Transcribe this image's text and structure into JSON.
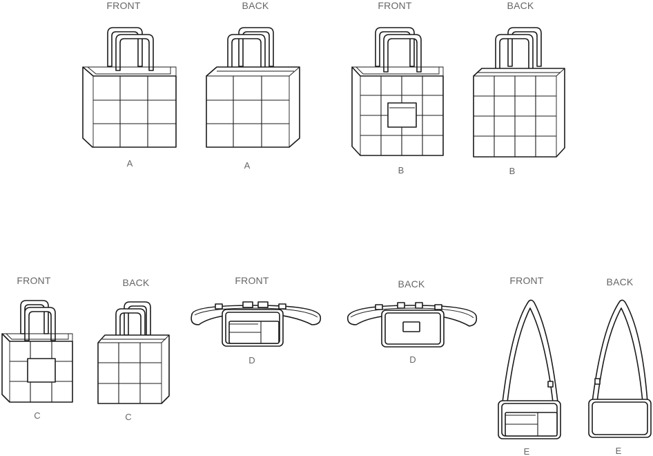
{
  "views": [
    {
      "view": "FRONT",
      "letter": "A"
    },
    {
      "view": "BACK",
      "letter": "A"
    },
    {
      "view": "FRONT",
      "letter": "B"
    },
    {
      "view": "BACK",
      "letter": "B"
    },
    {
      "view": "FRONT",
      "letter": "C"
    },
    {
      "view": "BACK",
      "letter": "C"
    },
    {
      "view": "FRONT",
      "letter": "D"
    },
    {
      "view": "BACK",
      "letter": "D"
    },
    {
      "view": "FRONT",
      "letter": "E"
    },
    {
      "view": "BACK",
      "letter": "E"
    }
  ]
}
